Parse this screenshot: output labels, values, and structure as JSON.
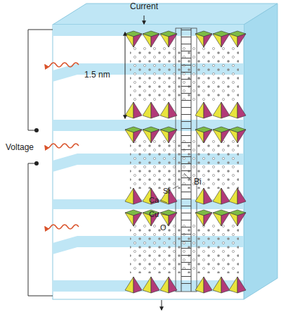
{
  "diagram": {
    "labels": [
      "Current",
      "1.5 nm",
      "Voltage",
      "Bi",
      "Sr",
      "Ca",
      "Cu",
      "O"
    ]
  }
}
